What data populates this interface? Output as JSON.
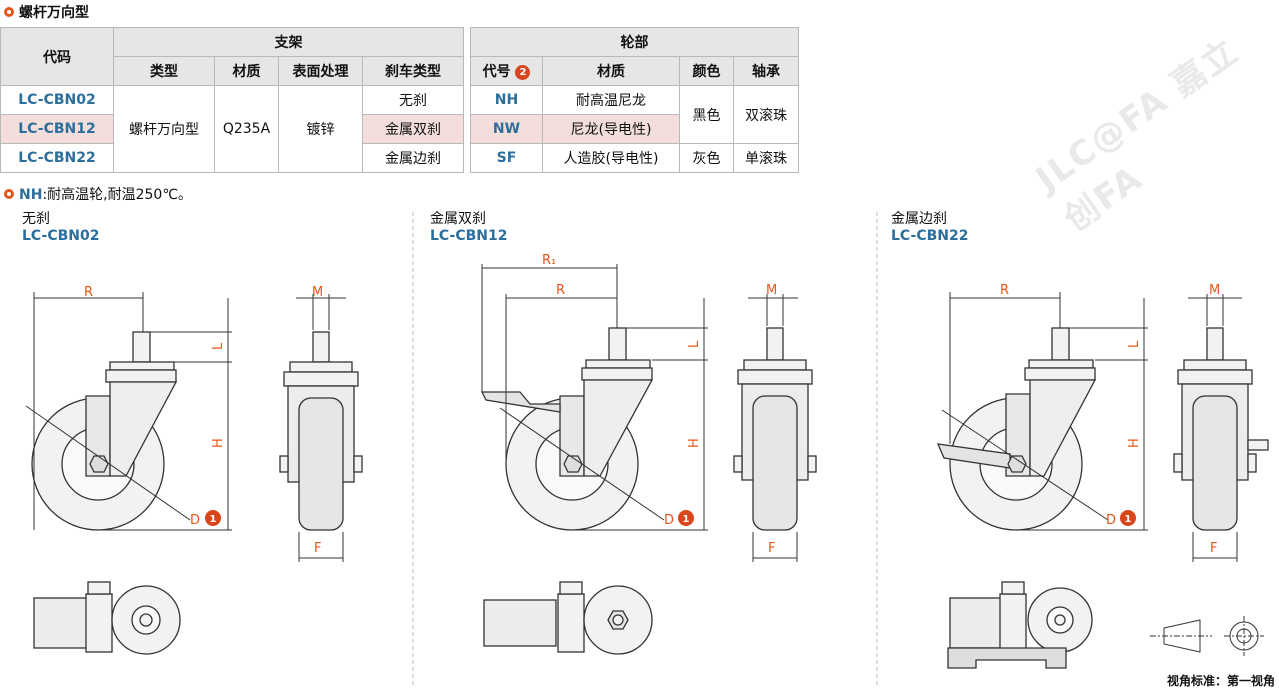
{
  "section_title": "螺杆万向型",
  "table": {
    "col_code": "代码",
    "group_bracket": "支架",
    "group_wheel": "轮部",
    "bracket_headers": [
      "类型",
      "材质",
      "表面处理",
      "刹车类型"
    ],
    "wheel_headers": {
      "code_label": "代号",
      "code_marker": "2",
      "material": "材质",
      "color": "颜色",
      "bearing": "轴承"
    },
    "rows": [
      {
        "code": "LC-CBN02",
        "brake": "无刹",
        "wcode": "NH",
        "wmat": "耐高温尼龙"
      },
      {
        "code": "LC-CBN12",
        "brake": "金属双刹",
        "wcode": "NW",
        "wmat": "尼龙(导电性)"
      },
      {
        "code": "LC-CBN22",
        "brake": "金属边刹",
        "wcode": "SF",
        "wmat": "人造胶(导电性)"
      }
    ],
    "merged": {
      "type": "螺杆万向型",
      "material": "Q235A",
      "surface": "镀锌",
      "color_black": "黑色",
      "color_gray": "灰色",
      "bearing_double": "双滚珠",
      "bearing_single": "单滚珠"
    }
  },
  "note": {
    "code": "NH",
    "text": ":耐高温轮,耐温250℃。"
  },
  "variants": [
    {
      "name": "无刹",
      "code": "LC-CBN02"
    },
    {
      "name": "金属双刹",
      "code": "LC-CBN12"
    },
    {
      "name": "金属边刹",
      "code": "LC-CBN22"
    }
  ],
  "dims": {
    "R": "R",
    "R1": "R₁",
    "M": "M",
    "L": "L",
    "H": "H",
    "D": "D",
    "F": "F",
    "D_marker": "1"
  },
  "footer": "视角标准：第一视角",
  "watermark": "JLC@FA 嘉立创FA",
  "colors": {
    "accent": "#e4571b",
    "code_blue": "#2c6f9c",
    "header_bg": "#e6e6e6",
    "highlight": "#f3dedc"
  }
}
